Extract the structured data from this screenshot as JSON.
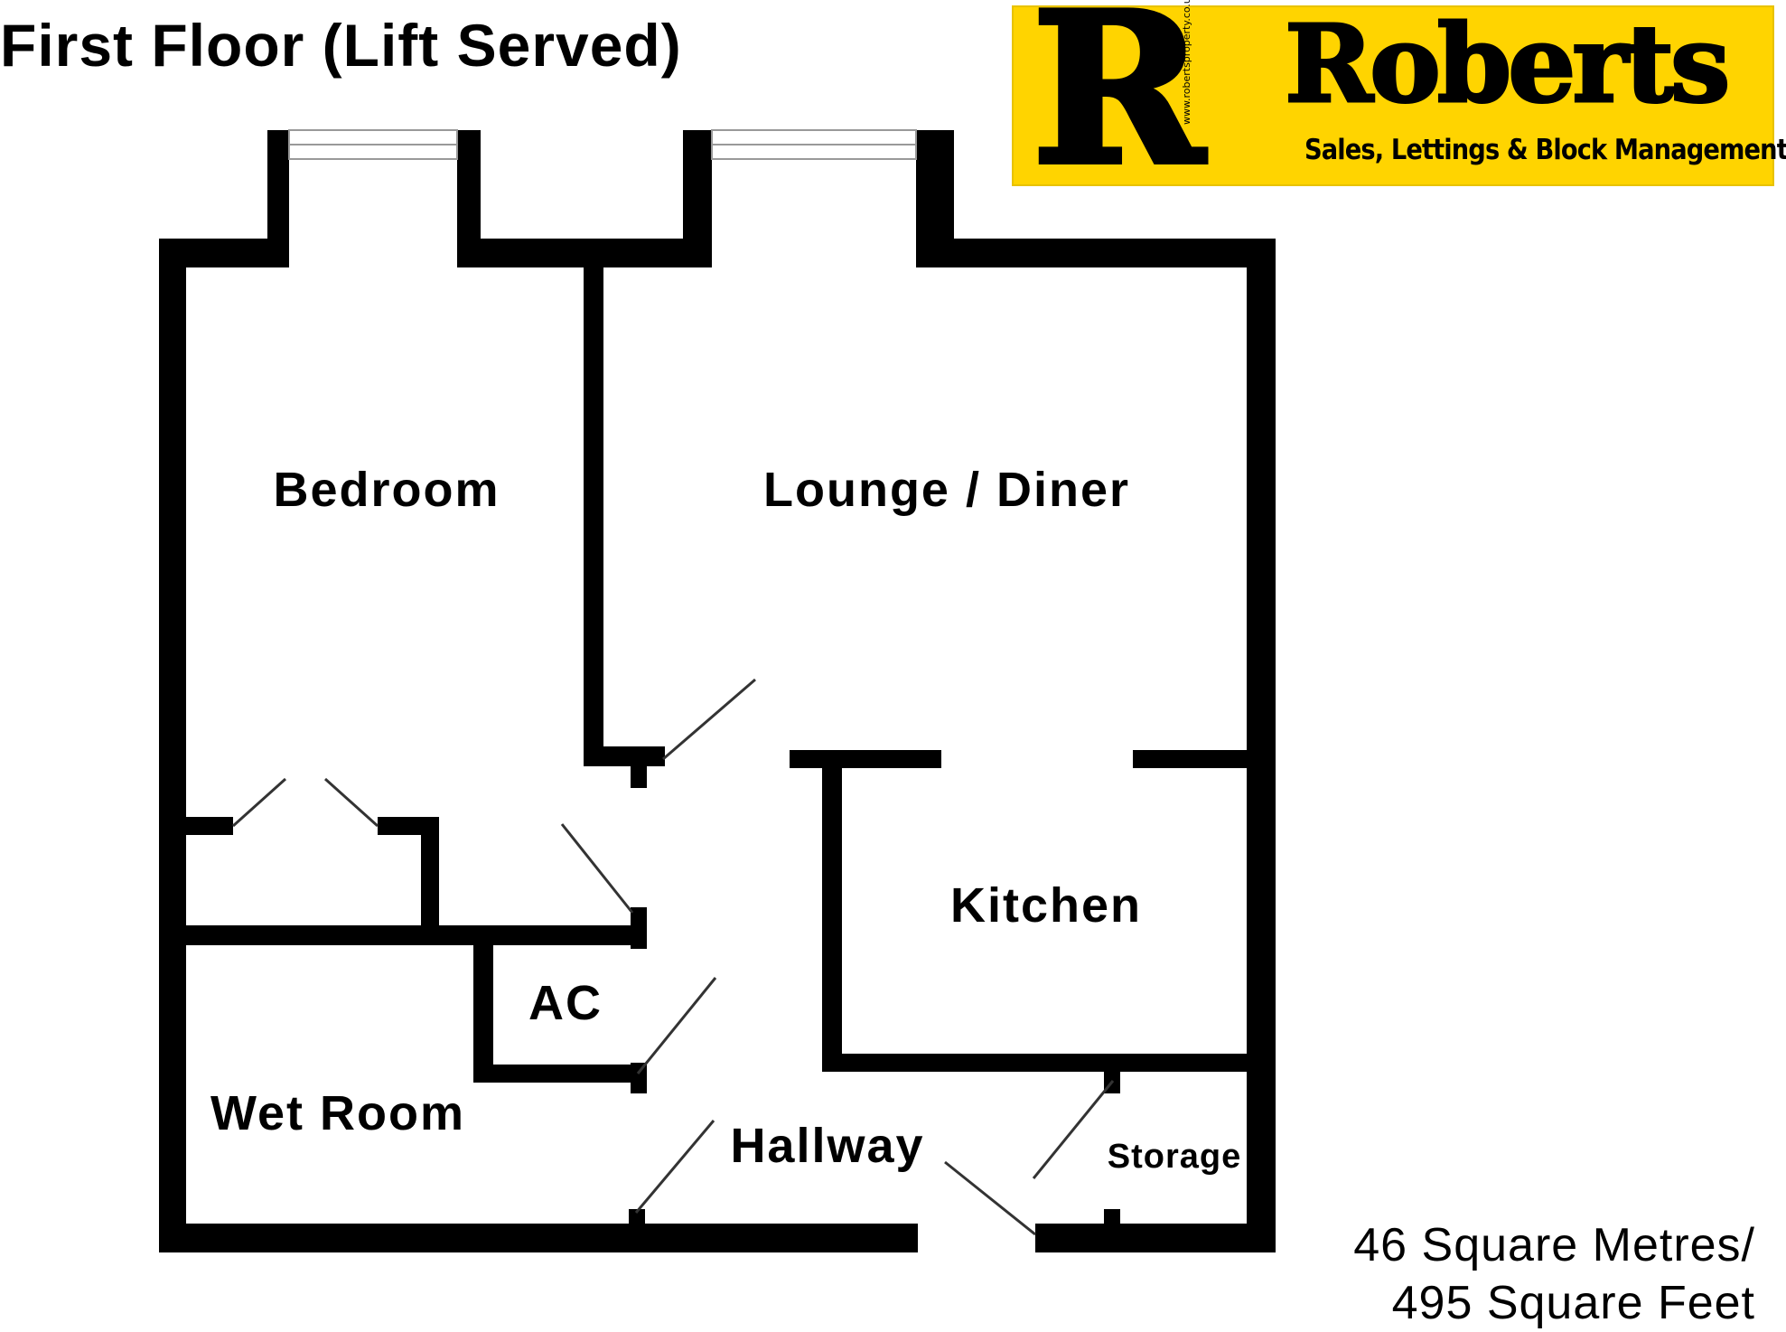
{
  "title": "First Floor (Lift Served)",
  "logo": {
    "letter": "R",
    "name": "Roberts",
    "tagline": "Sales, Lettings & Block Management",
    "url": "www.robertsproperty.co.uk"
  },
  "rooms": {
    "bedroom": "Bedroom",
    "lounge": "Lounge / Diner",
    "kitchen": "Kitchen",
    "ac": "AC",
    "wet_room": "Wet Room",
    "hallway": "Hallway",
    "storage": "Storage"
  },
  "area": {
    "metres": "46 Square Metres/",
    "feet": "495 Square Feet"
  },
  "colors": {
    "wall": "#000000",
    "brand": "#ffd400"
  }
}
